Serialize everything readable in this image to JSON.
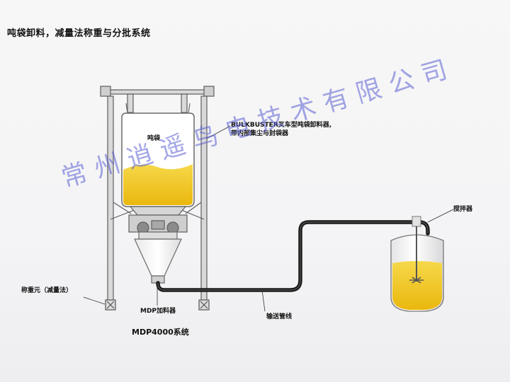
{
  "title": "吨袋卸料，减量法称重与分批系统",
  "labels": {
    "bag": "吨袋",
    "unloader_line1": "BULKBUSTER叉车型吨袋卸料器,",
    "unloader_line2": "带内部集尘与封袋器",
    "mixer": "搅拌器",
    "load_cell": "称重元（减量法）",
    "feeder": "MDP加料器",
    "pipeline": "输送管线",
    "system": "MDP4000系统"
  },
  "watermark": "常州逍遥鸟电技术有限公司",
  "colors": {
    "powder": "#f2c21a",
    "powder_light": "#f8e27a",
    "frame": "#777777",
    "pipe": "#1a1a1a",
    "watermark": "#5a5fd2"
  }
}
